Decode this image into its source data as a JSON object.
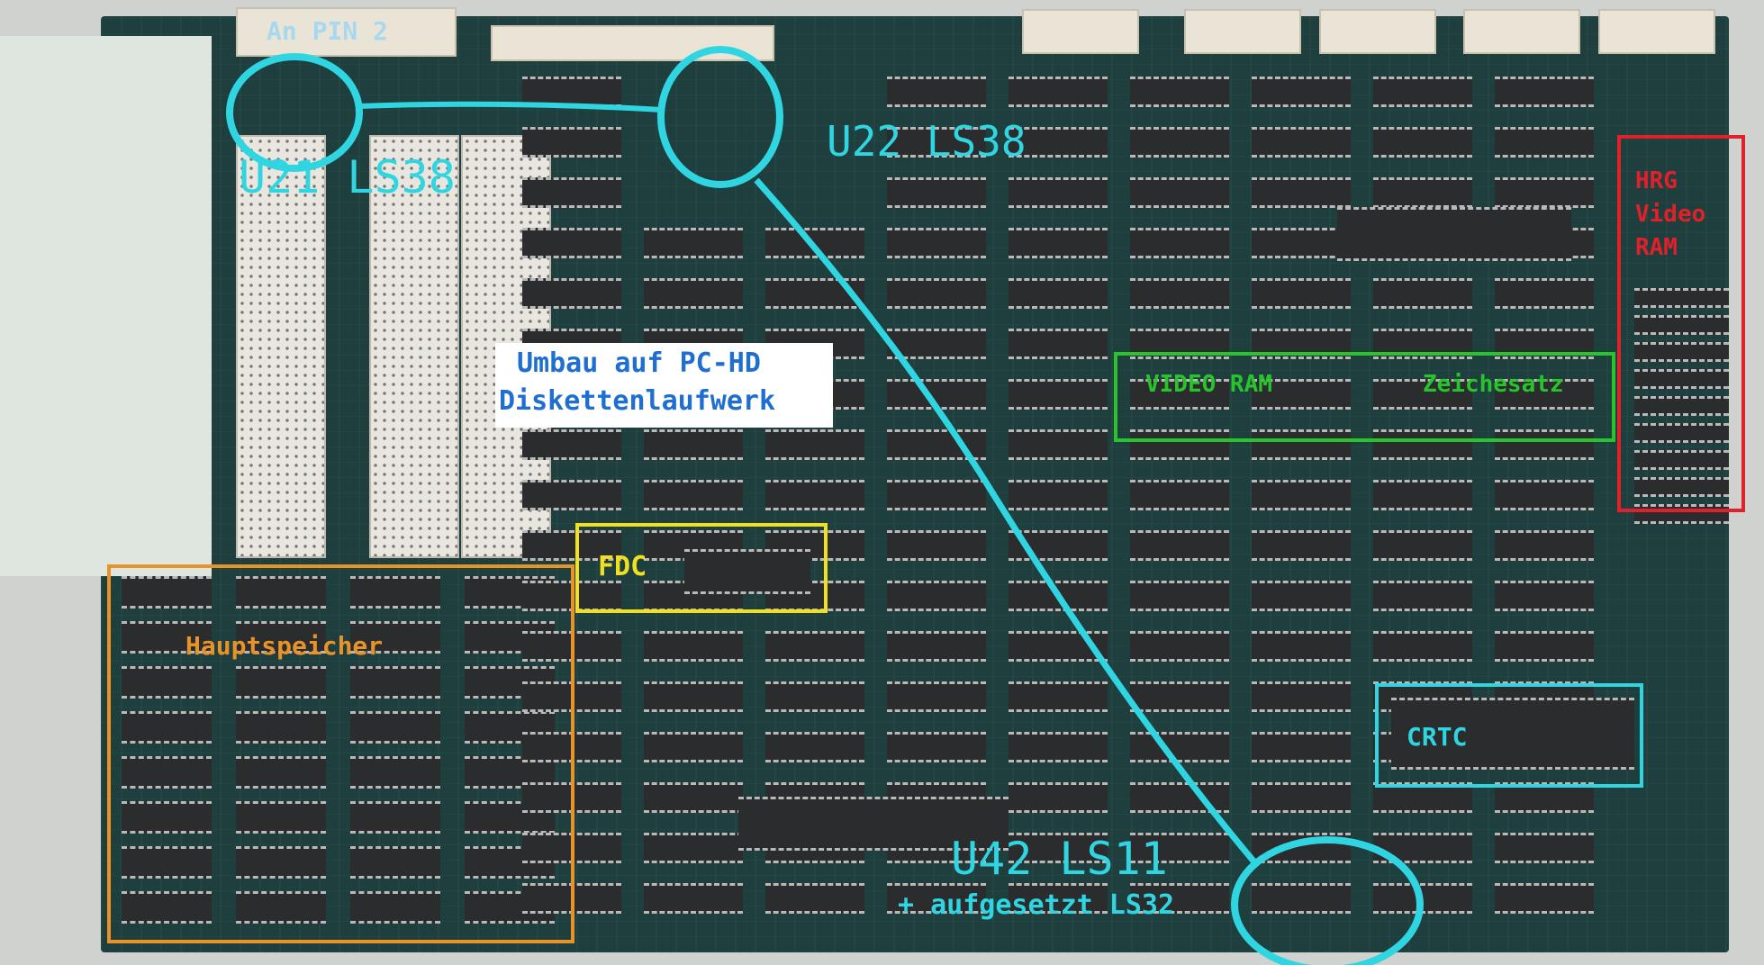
{
  "annotations": {
    "pin_note": "An PIN 2",
    "u21": "U21 LS38",
    "u22": "U22 LS38",
    "conversion_line1": "Umbau auf PC-HD",
    "conversion_line2": "Diskettenlaufwerk",
    "hrg_line1": "HRG",
    "hrg_line2": "Video",
    "hrg_line3": "RAM",
    "video_ram": "VIDEO RAM",
    "charset": "Zeichesatz",
    "fdc": "FDC",
    "main_memory": "Hauptspeicher",
    "crtc": "CRTC",
    "u42": "U42 LS11",
    "piggyback": "+ aufgesetzt LS32"
  },
  "colors": {
    "cyan": "#2fd6e2",
    "red": "#e0202a",
    "green": "#28c42c",
    "yellow": "#f0e020",
    "orange": "#e8922a",
    "blue_text": "#1e6fd0"
  }
}
